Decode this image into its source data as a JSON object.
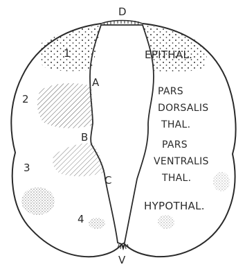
{
  "labels": {
    "dorsal": "D",
    "ventral": "V",
    "region_1": "1",
    "region_2": "2",
    "region_3": "3",
    "region_4": "4",
    "point_a": "A",
    "point_b": "B",
    "point_c": "C",
    "epithal": "EPITHAL.",
    "pars_dorsalis_1": "PARS",
    "pars_dorsalis_2": "DORSALIS",
    "pars_dorsalis_3": "THAL.",
    "pars_ventralis_1": "PARS",
    "pars_ventralis_2": "VENTRALIS",
    "pars_ventralis_3": "THAL.",
    "hypothal": "HYPOTHAL."
  },
  "colors": {
    "ink": "#2a2a2a",
    "background": "#ffffff"
  }
}
